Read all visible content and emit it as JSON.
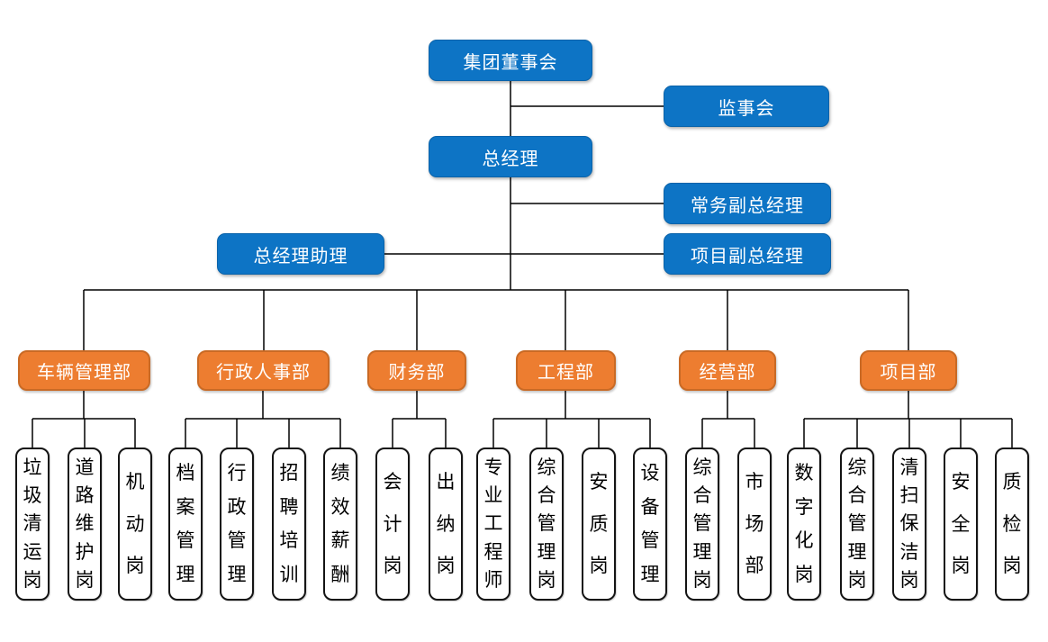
{
  "diagram": {
    "type": "org-chart",
    "top": {
      "board": "集团董事会",
      "supervisory": "监事会",
      "general_manager": "总经理",
      "executive_deputy_gm": "常务副总经理",
      "gm_assistant": "总经理助理",
      "project_deputy_gm": "项目副总经理"
    },
    "departments": [
      {
        "label": "车辆管理部",
        "positions": [
          "垃圾清运岗",
          "道路维护岗",
          "机动岗"
        ]
      },
      {
        "label": "行政人事部",
        "positions": [
          "档案管理",
          "行政管理",
          "招聘培训",
          "绩效薪酬"
        ]
      },
      {
        "label": "财务部",
        "positions": [
          "会计岗",
          "出纳岗"
        ]
      },
      {
        "label": "工程部",
        "positions": [
          "专业工程师",
          "综合管理岗",
          "安质岗",
          "设备管理"
        ]
      },
      {
        "label": "经营部",
        "positions": [
          "综合管理岗",
          "市场部"
        ]
      },
      {
        "label": "项目部",
        "positions": [
          "数字化岗",
          "综合管理岗",
          "清扫保洁岗",
          "安全岗",
          "质检岗"
        ]
      }
    ]
  },
  "colors": {
    "executive_fill": "#0D74C5",
    "executive_text": "#FFFFFF",
    "department_fill": "#ED7D30",
    "department_border": "#C96A25",
    "department_text": "#FFFFFF",
    "position_fill": "#FFFFFF",
    "position_border": "#141414",
    "position_text": "#000000",
    "connector": "#000000",
    "background": "#FFFFFF"
  }
}
